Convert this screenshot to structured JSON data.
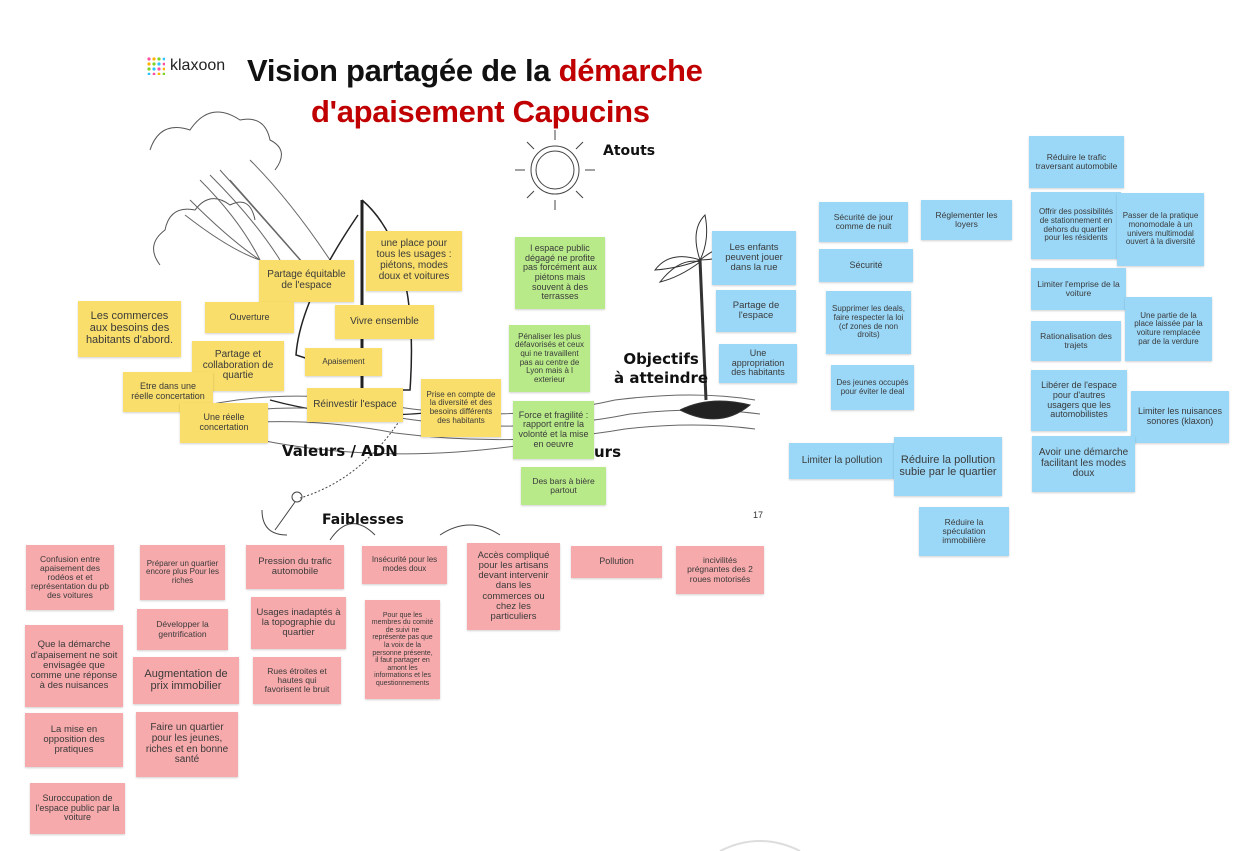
{
  "header": {
    "logo_text": "klaxoon",
    "title_part1": "Vision partagée de la ",
    "title_part2": "démarche",
    "title_line2": "d'apaisement Capucins",
    "page_number": "17"
  },
  "labels": {
    "atouts": "Atouts",
    "objectifs_line1": "Objectifs",
    "objectifs_line2": "à atteindre",
    "valeurs": "Valeurs / ADN",
    "accelerateurs_partial": "urs",
    "faiblesses": "Faiblesses"
  },
  "colors": {
    "title_accent": "#c00000",
    "yellow": "#f9de6b",
    "green": "#b8ea8a",
    "blue": "#9bd8f8",
    "pink": "#f7aaac"
  },
  "values_notes": [
    "Les commerces aux besoins des habitants d'abord.",
    "Partage équitable de l'espace",
    "une place pour tous les usages : piétons, modes doux et voitures",
    "Ouverture",
    "Vivre ensemble",
    "Partage et collaboration de quartie",
    "Apaisement",
    "Etre dans une réelle concertation",
    "Une réelle concertation",
    "Réinvestir l'espace",
    "Prise en compte de la diversité et des besoins différents des habitants"
  ],
  "green_notes": [
    "l espace public dégagé ne profite pas forcément aux piétons mais souvent à des terrasses",
    "Pénaliser les plus défavorisés et ceux qui ne travaillent pas au centre de Lyon mais à l exterieur",
    "Force et fragilité : rapport entre la volonté et la mise en oeuvre",
    "Des bars à bière partout"
  ],
  "objectives_notes": [
    "Les enfants peuvent jouer dans la rue",
    "Partage de l'espace",
    "Une appropriation des habitants",
    "Sécurité de jour comme de nuit",
    "Réglementer les loyers",
    "Sécurité",
    "Supprimer les deals, faire respecter la loi (cf zones de non droits)",
    "Des jeunes occupés pour éviter le deal",
    "Réduire le trafic traversant automobile",
    "Offrir des possibilités de stationnement en dehors du quartier pour les résidents",
    "Passer de la pratique monomodale à un univers multimodal ouvert à la diversité",
    "Limiter l'emprise de la voiture",
    "Une partie de la place laissée par la voiture remplacée par de la verdure",
    "Rationalisation des trajets",
    "Libérer de l'espace pour d'autres usagers que les automobilistes",
    "Limiter les nuisances sonores (klaxon)",
    "Avoir une démarche facilitant les modes doux",
    "Limiter la pollution",
    "Réduire la pollution subie par le quartier",
    "Réduire la spéculation immobilière"
  ],
  "weakness_notes": [
    "Confusion entre apaisement des rodéos et et représentation du pb des voitures",
    "Préparer un quartier encore plus Pour les riches",
    "Pression du trafic automobile",
    "Que la démarche d'apaisement ne soit envisagée que comme une réponse à des nuisances",
    "Développer la gentrification",
    "Usages inadaptés à la topographie du quartier",
    "Augmentation de prix immobilier",
    "Rues étroites et hautes qui favorisent le bruit",
    "La mise en opposition des pratiques",
    "Faire un quartier pour les jeunes, riches et en bonne santé",
    "Suroccupation de l'espace public par la voiture",
    "Insécurité pour les modes doux",
    "Pour que les membres du comité de suivi ne représente pas que la voix de la personne présente, il faut partager en amont les informations et les questionnements",
    "Accès compliqué pour les artisans devant intervenir dans les commerces ou chez les particuliers",
    "Pollution",
    "incivilités prégnantes des 2 roues motorisés"
  ]
}
